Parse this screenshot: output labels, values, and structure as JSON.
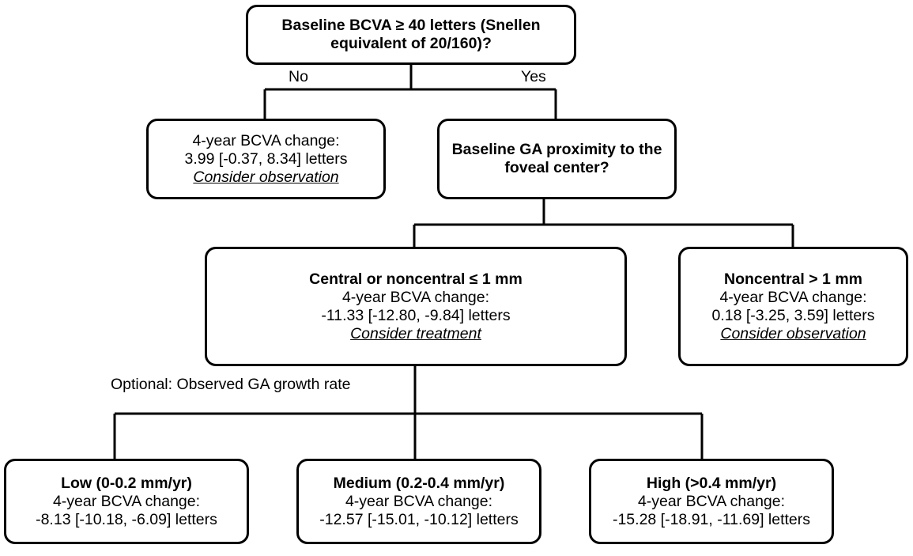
{
  "chart_data": {
    "type": "diagram",
    "title": "Clinical decision tree for geographic atrophy management based on baseline BCVA and GA proximity",
    "nodes": [
      {
        "id": "root",
        "role": "decision",
        "lines": [
          {
            "text": "Baseline BCVA ≥ 40 letters (Snellen equivalent of 20/160)?",
            "style": "bold"
          }
        ]
      },
      {
        "id": "no-branch",
        "role": "outcome",
        "lines": [
          {
            "text": "4-year BCVA change:",
            "style": "normal"
          },
          {
            "text": "3.99 [-0.37, 8.34] letters",
            "style": "normal"
          },
          {
            "text": "Consider observation",
            "style": "recommendation"
          }
        ],
        "value": 3.99,
        "ci": [
          -0.37,
          8.34
        ],
        "units": "letters"
      },
      {
        "id": "ga-proximity",
        "role": "decision",
        "lines": [
          {
            "text": "Baseline GA proximity to the foveal center?",
            "style": "bold"
          }
        ]
      },
      {
        "id": "central",
        "role": "outcome",
        "lines": [
          {
            "text": "Central or noncentral ≤ 1 mm",
            "style": "bold"
          },
          {
            "text": "4-year BCVA change:",
            "style": "normal"
          },
          {
            "text": "-11.33 [-12.80, -9.84] letters",
            "style": "normal"
          },
          {
            "text": "Consider treatment",
            "style": "recommendation"
          }
        ],
        "value": -11.33,
        "ci": [
          -12.8,
          -9.84
        ],
        "units": "letters"
      },
      {
        "id": "noncentral",
        "role": "outcome",
        "lines": [
          {
            "text": "Noncentral > 1 mm",
            "style": "bold"
          },
          {
            "text": "4-year BCVA change:",
            "style": "normal"
          },
          {
            "text": "0.18 [-3.25, 3.59] letters",
            "style": "normal"
          },
          {
            "text": "Consider observation",
            "style": "recommendation"
          }
        ],
        "value": 0.18,
        "ci": [
          -3.25,
          3.59
        ],
        "units": "letters"
      },
      {
        "id": "low",
        "role": "outcome",
        "lines": [
          {
            "text": "Low (0-0.2 mm/yr)",
            "style": "bold"
          },
          {
            "text": "4-year BCVA change:",
            "style": "normal"
          },
          {
            "text": "-8.13 [-10.18, -6.09] letters",
            "style": "normal"
          }
        ],
        "value": -8.13,
        "ci": [
          -10.18,
          -6.09
        ],
        "units": "letters"
      },
      {
        "id": "medium",
        "role": "outcome",
        "lines": [
          {
            "text": "Medium (0.2-0.4 mm/yr)",
            "style": "bold"
          },
          {
            "text": "4-year BCVA change:",
            "style": "normal"
          },
          {
            "text": "-12.57 [-15.01, -10.12] letters",
            "style": "normal"
          }
        ],
        "value": -12.57,
        "ci": [
          -15.01,
          -10.12
        ],
        "units": "letters"
      },
      {
        "id": "high",
        "role": "outcome",
        "lines": [
          {
            "text": "High (>0.4 mm/yr)",
            "style": "bold"
          },
          {
            "text": "4-year BCVA change:",
            "style": "normal"
          },
          {
            "text": "-15.28 [-18.91, -11.69] letters",
            "style": "normal"
          }
        ],
        "value": -15.28,
        "ci": [
          -18.91,
          -11.69
        ],
        "units": "letters"
      }
    ],
    "edges": [
      {
        "from": "root",
        "to": "no-branch",
        "label": "No"
      },
      {
        "from": "root",
        "to": "ga-proximity",
        "label": "Yes"
      },
      {
        "from": "ga-proximity",
        "to": "central",
        "label": ""
      },
      {
        "from": "ga-proximity",
        "to": "noncentral",
        "label": ""
      },
      {
        "from": "central",
        "to": "low",
        "label": ""
      },
      {
        "from": "central",
        "to": "medium",
        "label": ""
      },
      {
        "from": "central",
        "to": "high",
        "label": ""
      }
    ],
    "annotations": [
      {
        "id": "optional-note",
        "text": "Optional: Observed GA growth rate"
      }
    ],
    "colors": {
      "stroke": "#000000",
      "background": "#ffffff",
      "text": "#000000"
    }
  },
  "nodes": {
    "root": {
      "line1": "Baseline BCVA ≥ 40 letters (Snellen equivalent of 20/160)?"
    },
    "no_branch": {
      "line1": "4-year BCVA change:",
      "line2": "3.99 [-0.37, 8.34] letters",
      "line3": "Consider observation"
    },
    "ga_proximity": {
      "line1": "Baseline GA proximity to the foveal center?"
    },
    "central": {
      "line1": "Central or noncentral ≤ 1 mm",
      "line2": "4-year BCVA change:",
      "line3": "-11.33 [-12.80, -9.84] letters",
      "line4": "Consider treatment"
    },
    "noncentral": {
      "line1": "Noncentral > 1 mm",
      "line2": "4-year BCVA change:",
      "line3": "0.18 [-3.25, 3.59] letters",
      "line4": "Consider observation"
    },
    "low": {
      "line1": "Low (0-0.2 mm/yr)",
      "line2": "4-year BCVA change:",
      "line3": "-8.13 [-10.18, -6.09] letters"
    },
    "medium": {
      "line1": "Medium (0.2-0.4 mm/yr)",
      "line2": "4-year BCVA change:",
      "line3": "-12.57 [-15.01, -10.12] letters"
    },
    "high": {
      "line1": "High (>0.4 mm/yr)",
      "line2": "4-year BCVA change:",
      "line3": "-15.28 [-18.91, -11.69] letters"
    }
  },
  "labels": {
    "edge_no": "No",
    "edge_yes": "Yes",
    "optional_note": "Optional: Observed GA growth rate"
  }
}
